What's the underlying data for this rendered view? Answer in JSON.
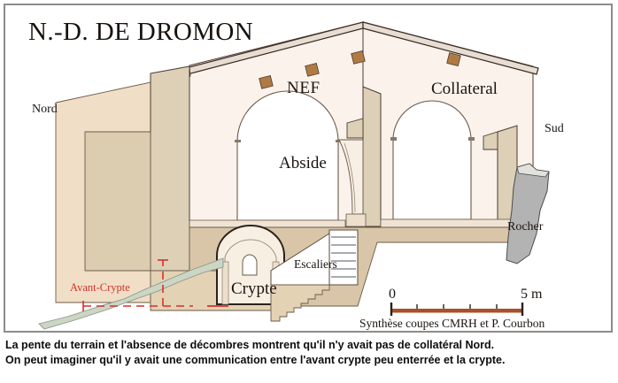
{
  "figure": {
    "title": "N.-D. DE DROMON",
    "orientation": {
      "left": "Nord",
      "right": "Sud"
    },
    "labels": {
      "nave": "NEF",
      "aisle": "Collateral",
      "apse": "Abside",
      "crypt": "Crypte",
      "stairs": "Escaliers",
      "rock": "Rocher",
      "forecrypt": "Avant-Crypte"
    },
    "scalebar": {
      "start": "0",
      "end": "5 m",
      "segments": 5,
      "color": "#a8512a"
    },
    "credit": "Synthèse coupes CMRH et P. Courbon",
    "colors": {
      "earth": "#f0dfc6",
      "masonry": "#ded0b6",
      "interior": "#fbf2ec",
      "rock": "#b3b3b3",
      "slope": "#ccd6c4",
      "beam": "#b07b43",
      "outline": "#4a3b32",
      "accent_red": "#d2322d",
      "frame": "#8c8c8c"
    }
  },
  "caption": {
    "line1": "La pente du terrain et l'absence de décombres montrent qu'il n'y avait pas de collatéral Nord.",
    "line2": "On peut imaginer qu'il y avait une communication entre l'avant crypte peu enterrée et la crypte."
  }
}
